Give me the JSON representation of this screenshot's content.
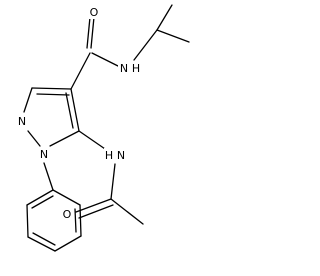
{
  "molecule": {
    "atoms": [
      {
        "id": "o1",
        "element": "O",
        "label": "O"
      },
      {
        "id": "n_amide",
        "element": "N",
        "label": "N"
      },
      {
        "id": "h_amide",
        "element": "H",
        "label": "H"
      },
      {
        "id": "n_ring2",
        "element": "N",
        "label": "N"
      },
      {
        "id": "n_ring1",
        "element": "N",
        "label": "N"
      },
      {
        "id": "n_acet",
        "element": "N",
        "label": "N"
      },
      {
        "id": "h_acet",
        "element": "H",
        "label": "H"
      },
      {
        "id": "o2",
        "element": "O",
        "label": "O"
      }
    ]
  }
}
